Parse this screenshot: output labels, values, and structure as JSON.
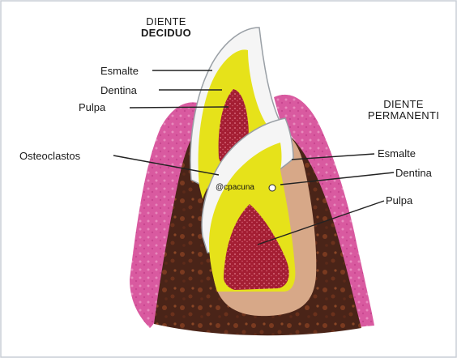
{
  "headers": {
    "deciduous_line1": "DIENTE",
    "deciduous_line2": "DECIDUO",
    "permanent_line1": "DIENTE",
    "permanent_line2": "PERMANENTI"
  },
  "labels": {
    "left_esmalte": "Esmalte",
    "left_dentina": "Dentina",
    "left_pulpa": "Pulpa",
    "osteoclastos": "Osteoclastos",
    "right_esmalte": "Esmalte",
    "right_dentina": "Dentina",
    "right_pulpa": "Pulpa"
  },
  "watermark": "@cpacuna",
  "colors": {
    "gum": "#d95aa0",
    "gum_light": "#ef9ccb",
    "bone": "#4a2418",
    "follicle": "#d7a888",
    "enamel": "#f4f4f4",
    "dentin": "#e6e21a",
    "pulp": "#a41e33",
    "leader": "#222222"
  }
}
